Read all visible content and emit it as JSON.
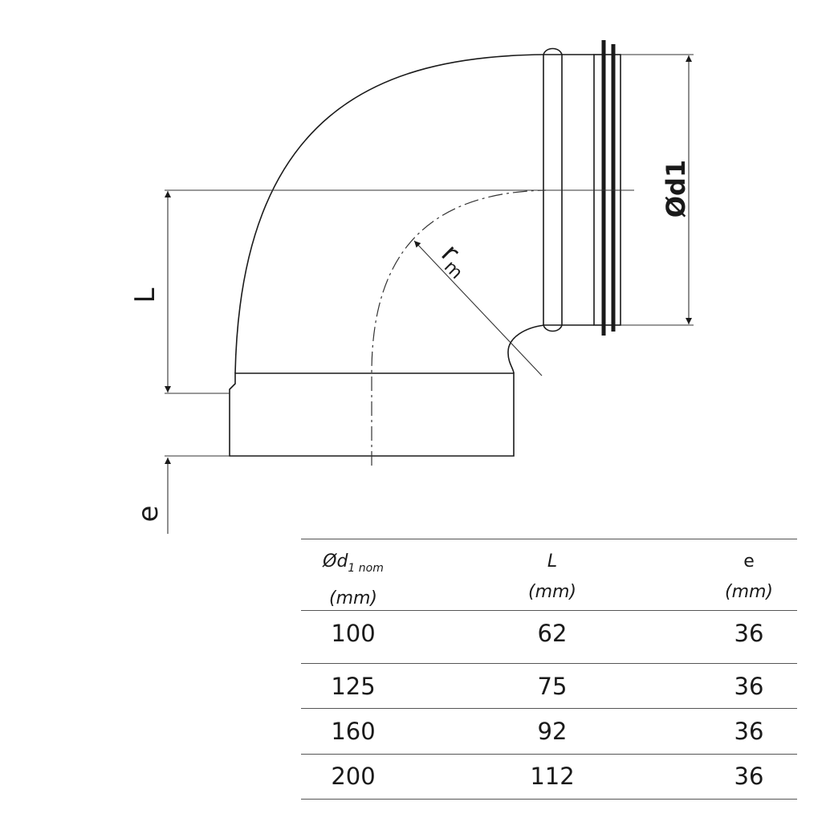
{
  "drawing": {
    "label_L": "L",
    "label_e": "e",
    "label_d1": "Ød1",
    "label_r": "r",
    "label_r_sub": "m"
  },
  "table": {
    "headers": [
      {
        "main": "Ød",
        "sub": "1 nom",
        "unit": "(mm)"
      },
      {
        "main": "L",
        "unit": "(mm)"
      },
      {
        "main": "e",
        "unit": "(mm)"
      }
    ],
    "rows": [
      [
        "100",
        "62",
        "36"
      ],
      [
        "125",
        "75",
        "36"
      ],
      [
        "160",
        "92",
        "36"
      ],
      [
        "200",
        "112",
        "36"
      ]
    ]
  }
}
